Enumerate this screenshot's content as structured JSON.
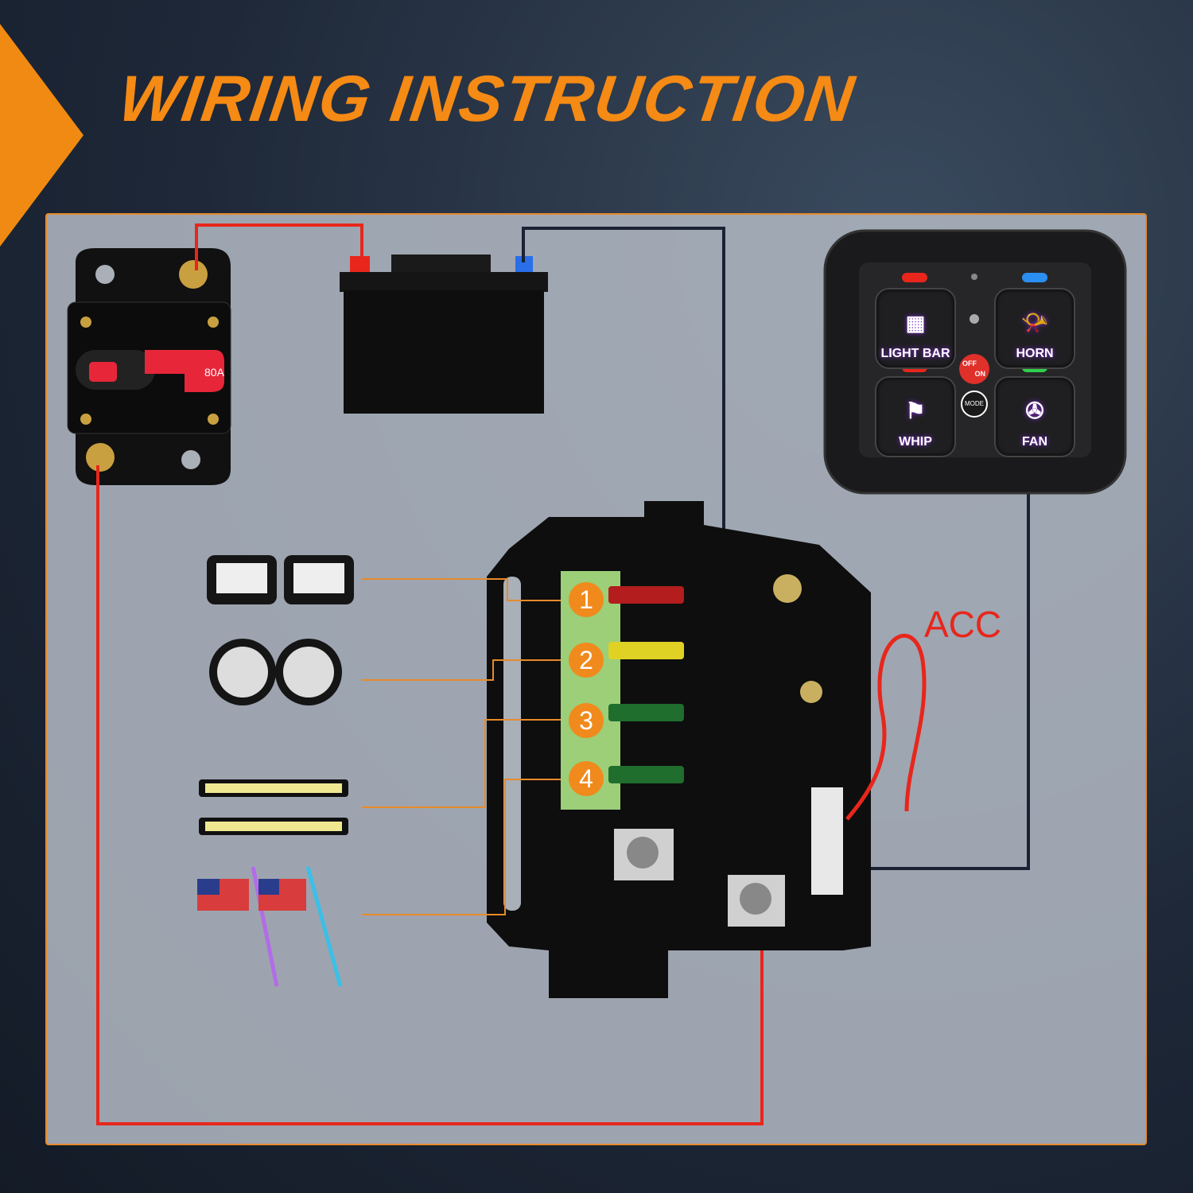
{
  "title": "WIRING INSTRUCTION",
  "breaker": {
    "rating": "80A"
  },
  "switch_panel": {
    "buttons": [
      {
        "label": "LIGHT BAR",
        "icon": "light-bar-icon",
        "led": "#e8261c"
      },
      {
        "label": "HORN",
        "icon": "horn-icon",
        "led": "#2a8ff0"
      },
      {
        "label": "WHIP",
        "icon": "flag-icon",
        "led": "#e8261c"
      },
      {
        "label": "FAN",
        "icon": "fan-icon",
        "led": "#2fd04a"
      }
    ],
    "power_label_off": "OFF",
    "power_label_on": "ON",
    "mode_label": "MODE"
  },
  "fuse_box": {
    "channels": [
      "1",
      "2",
      "3",
      "4"
    ]
  },
  "acc_label": "ACC",
  "colors": {
    "accent": "#f58a14",
    "positive_wire": "#e8261c",
    "negative_wire": "#1a2233",
    "leader_line": "#e88a2a"
  }
}
